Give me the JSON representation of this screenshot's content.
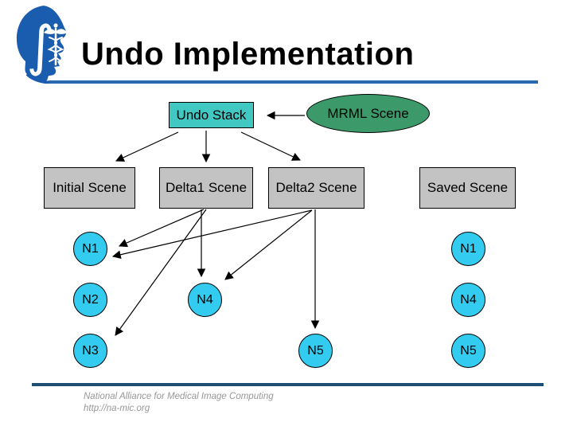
{
  "header": {
    "title": "Undo Implementation",
    "logo": "na-mic-brain-logo"
  },
  "diagram": {
    "undo_stack": {
      "label": "Undo Stack"
    },
    "mrml_scene": {
      "label": "MRML Scene"
    },
    "scene_boxes": [
      {
        "label": "Initial Scene"
      },
      {
        "label": "Delta1 Scene"
      },
      {
        "label": "Delta2 Scene"
      },
      {
        "label": "Saved Scene"
      }
    ],
    "nodes": [
      {
        "label": "N1",
        "column": "initial-scene"
      },
      {
        "label": "N2",
        "column": "initial-scene"
      },
      {
        "label": "N3",
        "column": "initial-scene"
      },
      {
        "label": "N4",
        "column": "delta1-scene"
      },
      {
        "label": "N5",
        "column": "delta2-scene"
      },
      {
        "label": "N1",
        "column": "saved-scene"
      },
      {
        "label": "N4",
        "column": "saved-scene"
      },
      {
        "label": "N5",
        "column": "saved-scene"
      }
    ],
    "arrows": [
      "mrml-scene to undo-stack",
      "undo-stack to initial-scene",
      "undo-stack to delta1-scene",
      "undo-stack to delta2-scene",
      "delta1-scene to n1",
      "delta1-scene to n4",
      "delta1-scene to n3",
      "delta2-scene to n1",
      "delta2-scene to n4",
      "delta2-scene to n5"
    ]
  },
  "footer": {
    "org": "National Alliance for Medical Image Computing",
    "url": "http://na-mic.org"
  },
  "colors": {
    "logo_blue": "#1A5CAD",
    "title_rule_blue": "#2769AF",
    "footer_rule_navy": "#1F4E74",
    "undo_stack_fill": "#41C8C3",
    "mrml_fill": "#3C9A6A",
    "scene_box_fill": "#C3C3C3",
    "node_fill": "#33CCF0"
  }
}
